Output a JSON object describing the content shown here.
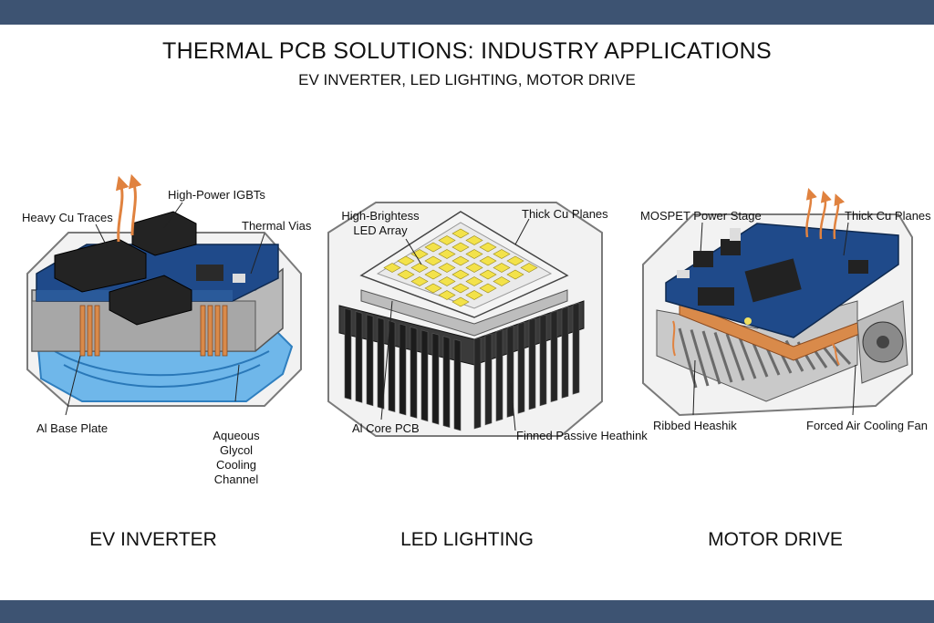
{
  "header": {
    "title": "THERMAL PCB SOLUTIONS: INDUSTRY APPLICATIONS",
    "subtitle": "EV INVERTER, LED LIGHTING, MOTOR DRIVE"
  },
  "colors": {
    "band": "#3d5372",
    "pcb_blue": "#1f4a8a",
    "copper": "#d98a4a",
    "coolant": "#4aa3e0",
    "heatsink": "#1c1c1c",
    "arrow": "#e0823f"
  },
  "panels": [
    {
      "name": "EV INVERTER",
      "labels": {
        "heavy_cu": "Heavy Cu Traces",
        "igbts": "High-Power IGBTs",
        "vias": "Thermal Vias",
        "base": "Al Base Plate",
        "cooling_1": "Aqueous Glycol",
        "cooling_2": "Cooling Channel"
      }
    },
    {
      "name": "LED LIGHTING",
      "labels": {
        "led_1": "High-Brightess",
        "led_2": "LED Array",
        "planes": "Thick Cu Planes",
        "core": "Al Core PCB",
        "heatsink": "Finned Passive Heathink"
      }
    },
    {
      "name": "MOTOR DRIVE",
      "labels": {
        "mosfet": "MOSPET Power Stage",
        "planes": "Thick Cu Planes",
        "ribbed": "Ribbed Heashik",
        "fan": "Forced Air Cooling Fan"
      }
    }
  ]
}
